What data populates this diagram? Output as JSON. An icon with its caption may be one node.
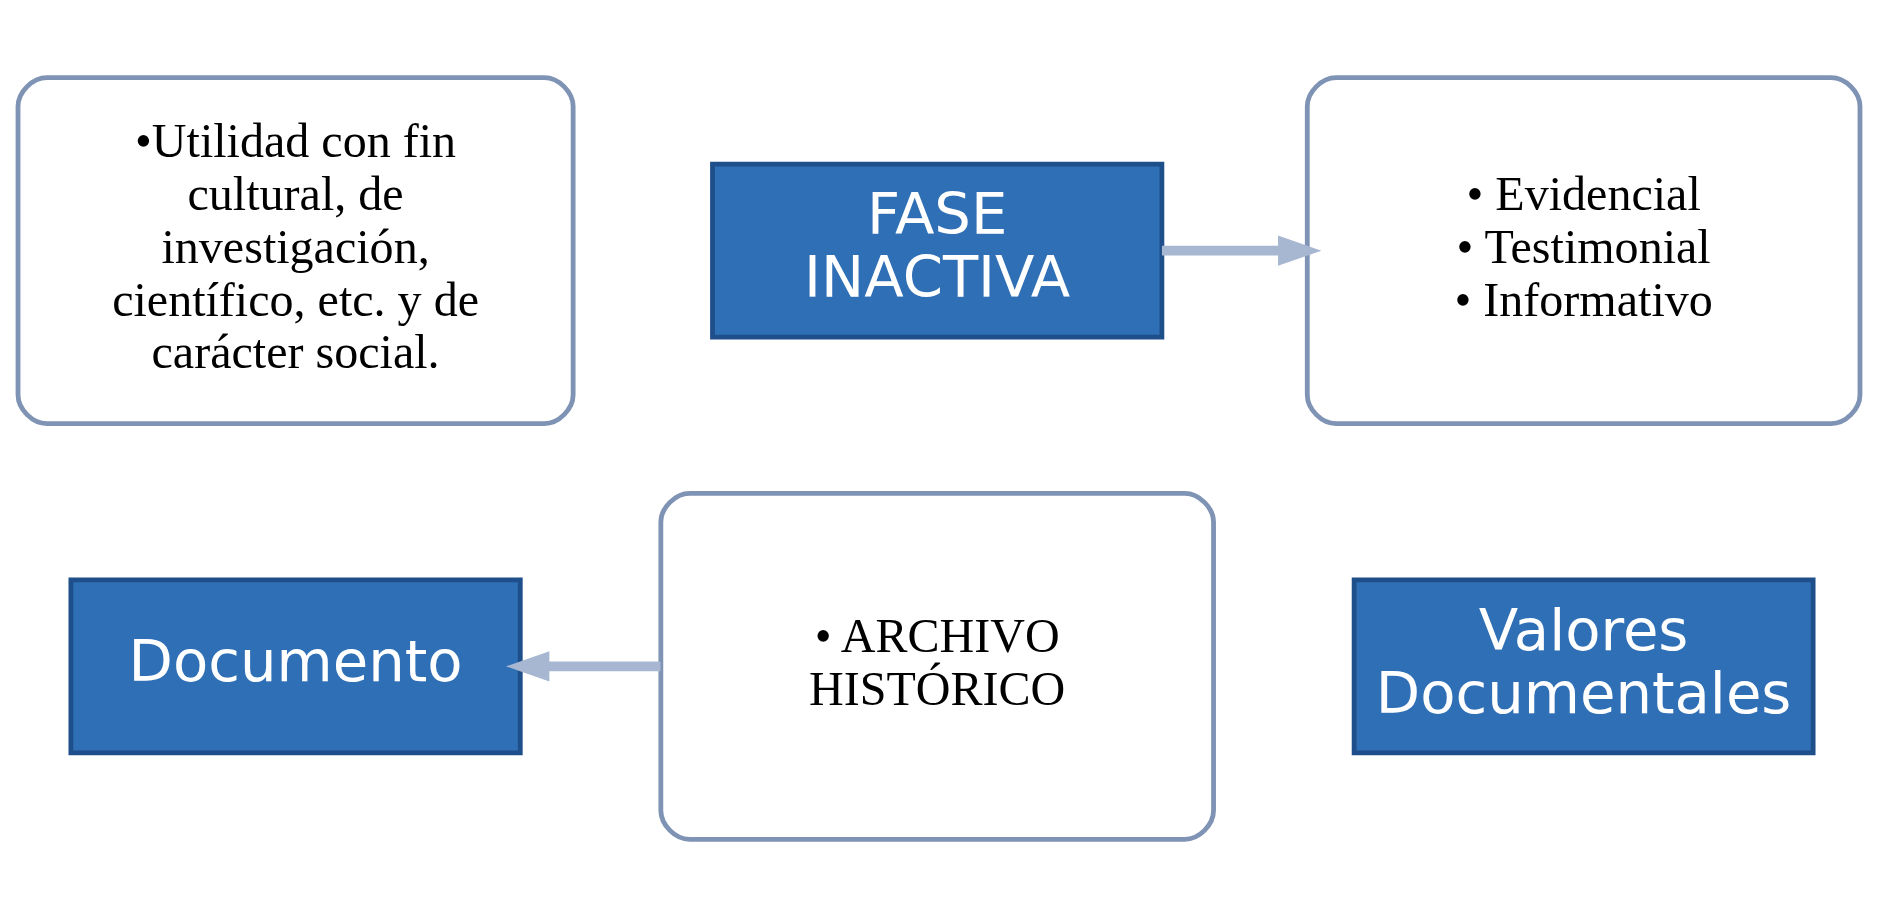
{
  "diagram": {
    "nodes": [
      {
        "text": [
          "•Utilidad con fin cultural, de investigación, científico, etc. y de carácter social."
        ]
      },
      {
        "text": [
          "Documento"
        ]
      },
      {
        "text": [
          "• ARCHIVO HISTÓRICO"
        ]
      },
      {
        "text": [
          "FASE INACTIVA"
        ]
      },
      {
        "text": [
          "• Evidencial",
          "• Testimonial",
          "• Informativo"
        ]
      },
      {
        "text": [
          "Valores Documentales"
        ]
      }
    ],
    "edges": [
      {
        "from": 3,
        "to": 4,
        "arrow": "to"
      },
      {
        "from": 2,
        "to": 1,
        "arrow": "to"
      }
    ]
  }
}
